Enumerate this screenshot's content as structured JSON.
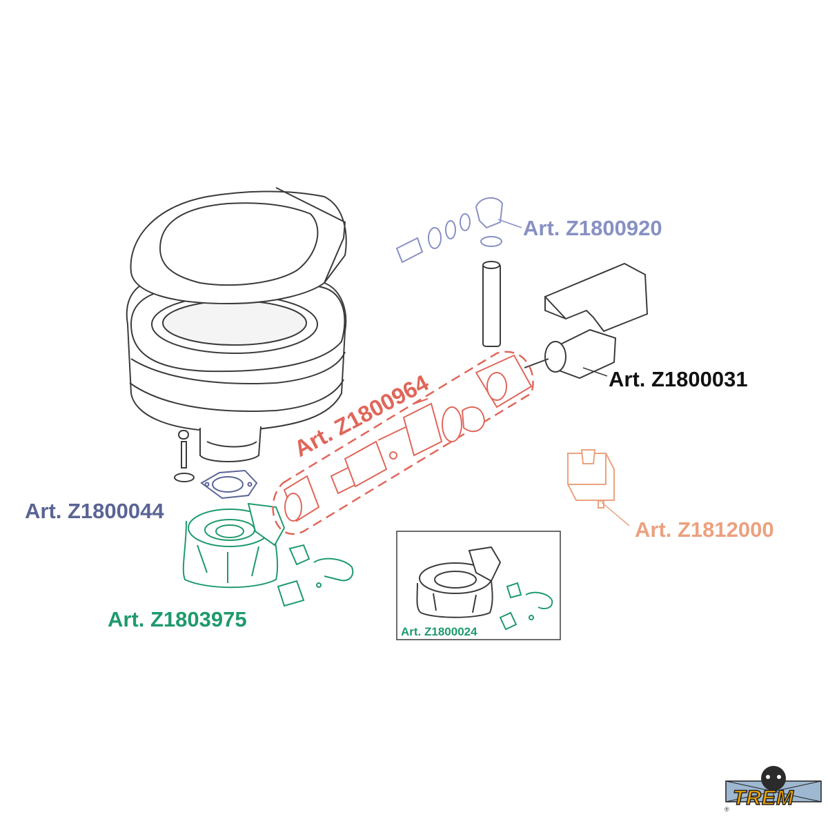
{
  "labels": {
    "valve_kit": "Art. Z1800920",
    "motor": "Art. Z1800031",
    "pump_kit": "Art. Z1800964",
    "gasket": "Art. Z1800044",
    "switch": "Art. Z1812000",
    "base": "Art. Z1803975",
    "base_assembly": "Art. Z1800024"
  },
  "brand": {
    "name": "TREM",
    "mark": "®"
  },
  "colors": {
    "valve_kit": "#8790c4",
    "motor": "#111111",
    "pump_kit": "#e0665a",
    "gasket": "#5a6494",
    "switch": "#eba17f",
    "base": "#1e9a6c",
    "line": "#3a3a3a",
    "logo_orange": "#f0a400"
  }
}
